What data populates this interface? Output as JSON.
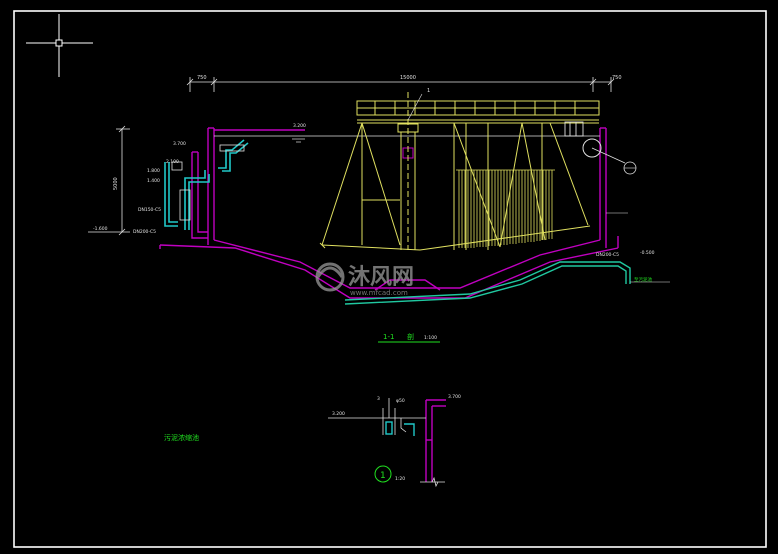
{
  "drawing": {
    "section_title": "1-1",
    "section_title_suffix": "剖",
    "section_scale": "1:100",
    "width_dim": "15000",
    "left_offset_dim": "750",
    "right_offset_dim": "750",
    "height_dim": "5000",
    "level_top": "3.700",
    "level_water": "3.200",
    "level_inlet_1": "2.100",
    "level_inlet_2": "1.800",
    "level_inlet_3": "1.400",
    "level_low": "-1.600",
    "level_right_pipe": "-0.500",
    "pipe_left": "DN200-C5",
    "pipe_left_mid": "DN150-C5",
    "pipe_right": "DN200-C5",
    "pipe_right_note": "至污泥池",
    "callout_number": "1",
    "detail_number": "1",
    "detail_scale": "1:20",
    "detail_level_left": "3.200",
    "detail_level_right": "3.700",
    "detail_label_a": "3",
    "detail_label_b": "φ50",
    "side_note": "污泥浓缩池",
    "watermark_main": "沐风网",
    "watermark_url": "www.mfcad.com"
  },
  "colors": {
    "wall": "#c000c0",
    "equipment": "#e0e060",
    "pipe": "#20c8c8",
    "text": "#e0e0e0",
    "dimension": "#e0e0e0",
    "callout": "#20e020",
    "note": "#20e020",
    "frame": "#ffffff",
    "watermark": "#9a9a9a"
  }
}
